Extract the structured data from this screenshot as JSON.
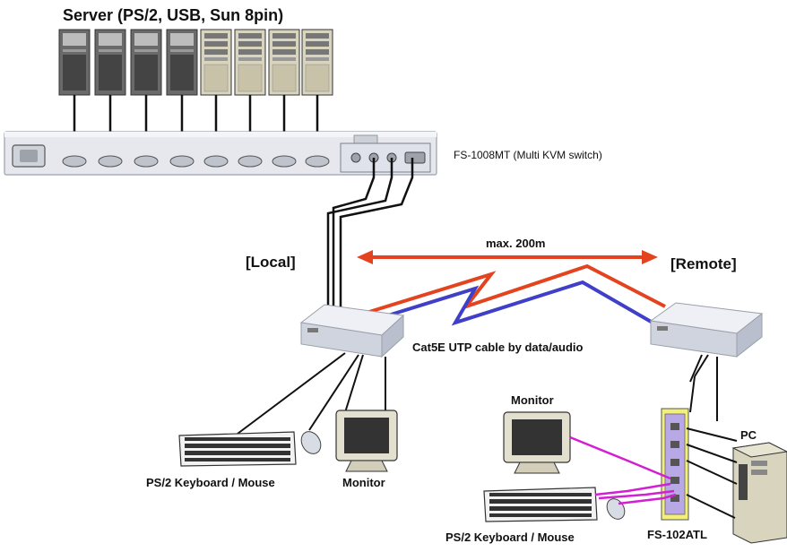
{
  "labels": {
    "servers_title": "Server (PS/2, USB, Sun 8pin)",
    "switch_name": "FS-1008MT (Multi KVM switch)",
    "local": "[Local]",
    "remote": "[Remote]",
    "distance": "max. 200m",
    "cable": "Cat5E UTP cable by data/audio",
    "local_keyboard_mouse": "PS/2 Keyboard / Mouse",
    "local_monitor": "Monitor",
    "remote_monitor": "Monitor",
    "remote_keyboard_mouse": "PS/2 Keyboard / Mouse",
    "remote_switch": "FS-102ATL",
    "pc": "PC"
  },
  "server_count": 8,
  "colors": {
    "cable_red": "#e4431f",
    "cable_blue": "#3f3fc8",
    "magenta": "#d21fd2",
    "arrow_red": "#e4431f",
    "device_body": "#d7dbe6",
    "server_dark": "#555555",
    "server_light": "#d9d4bd"
  }
}
